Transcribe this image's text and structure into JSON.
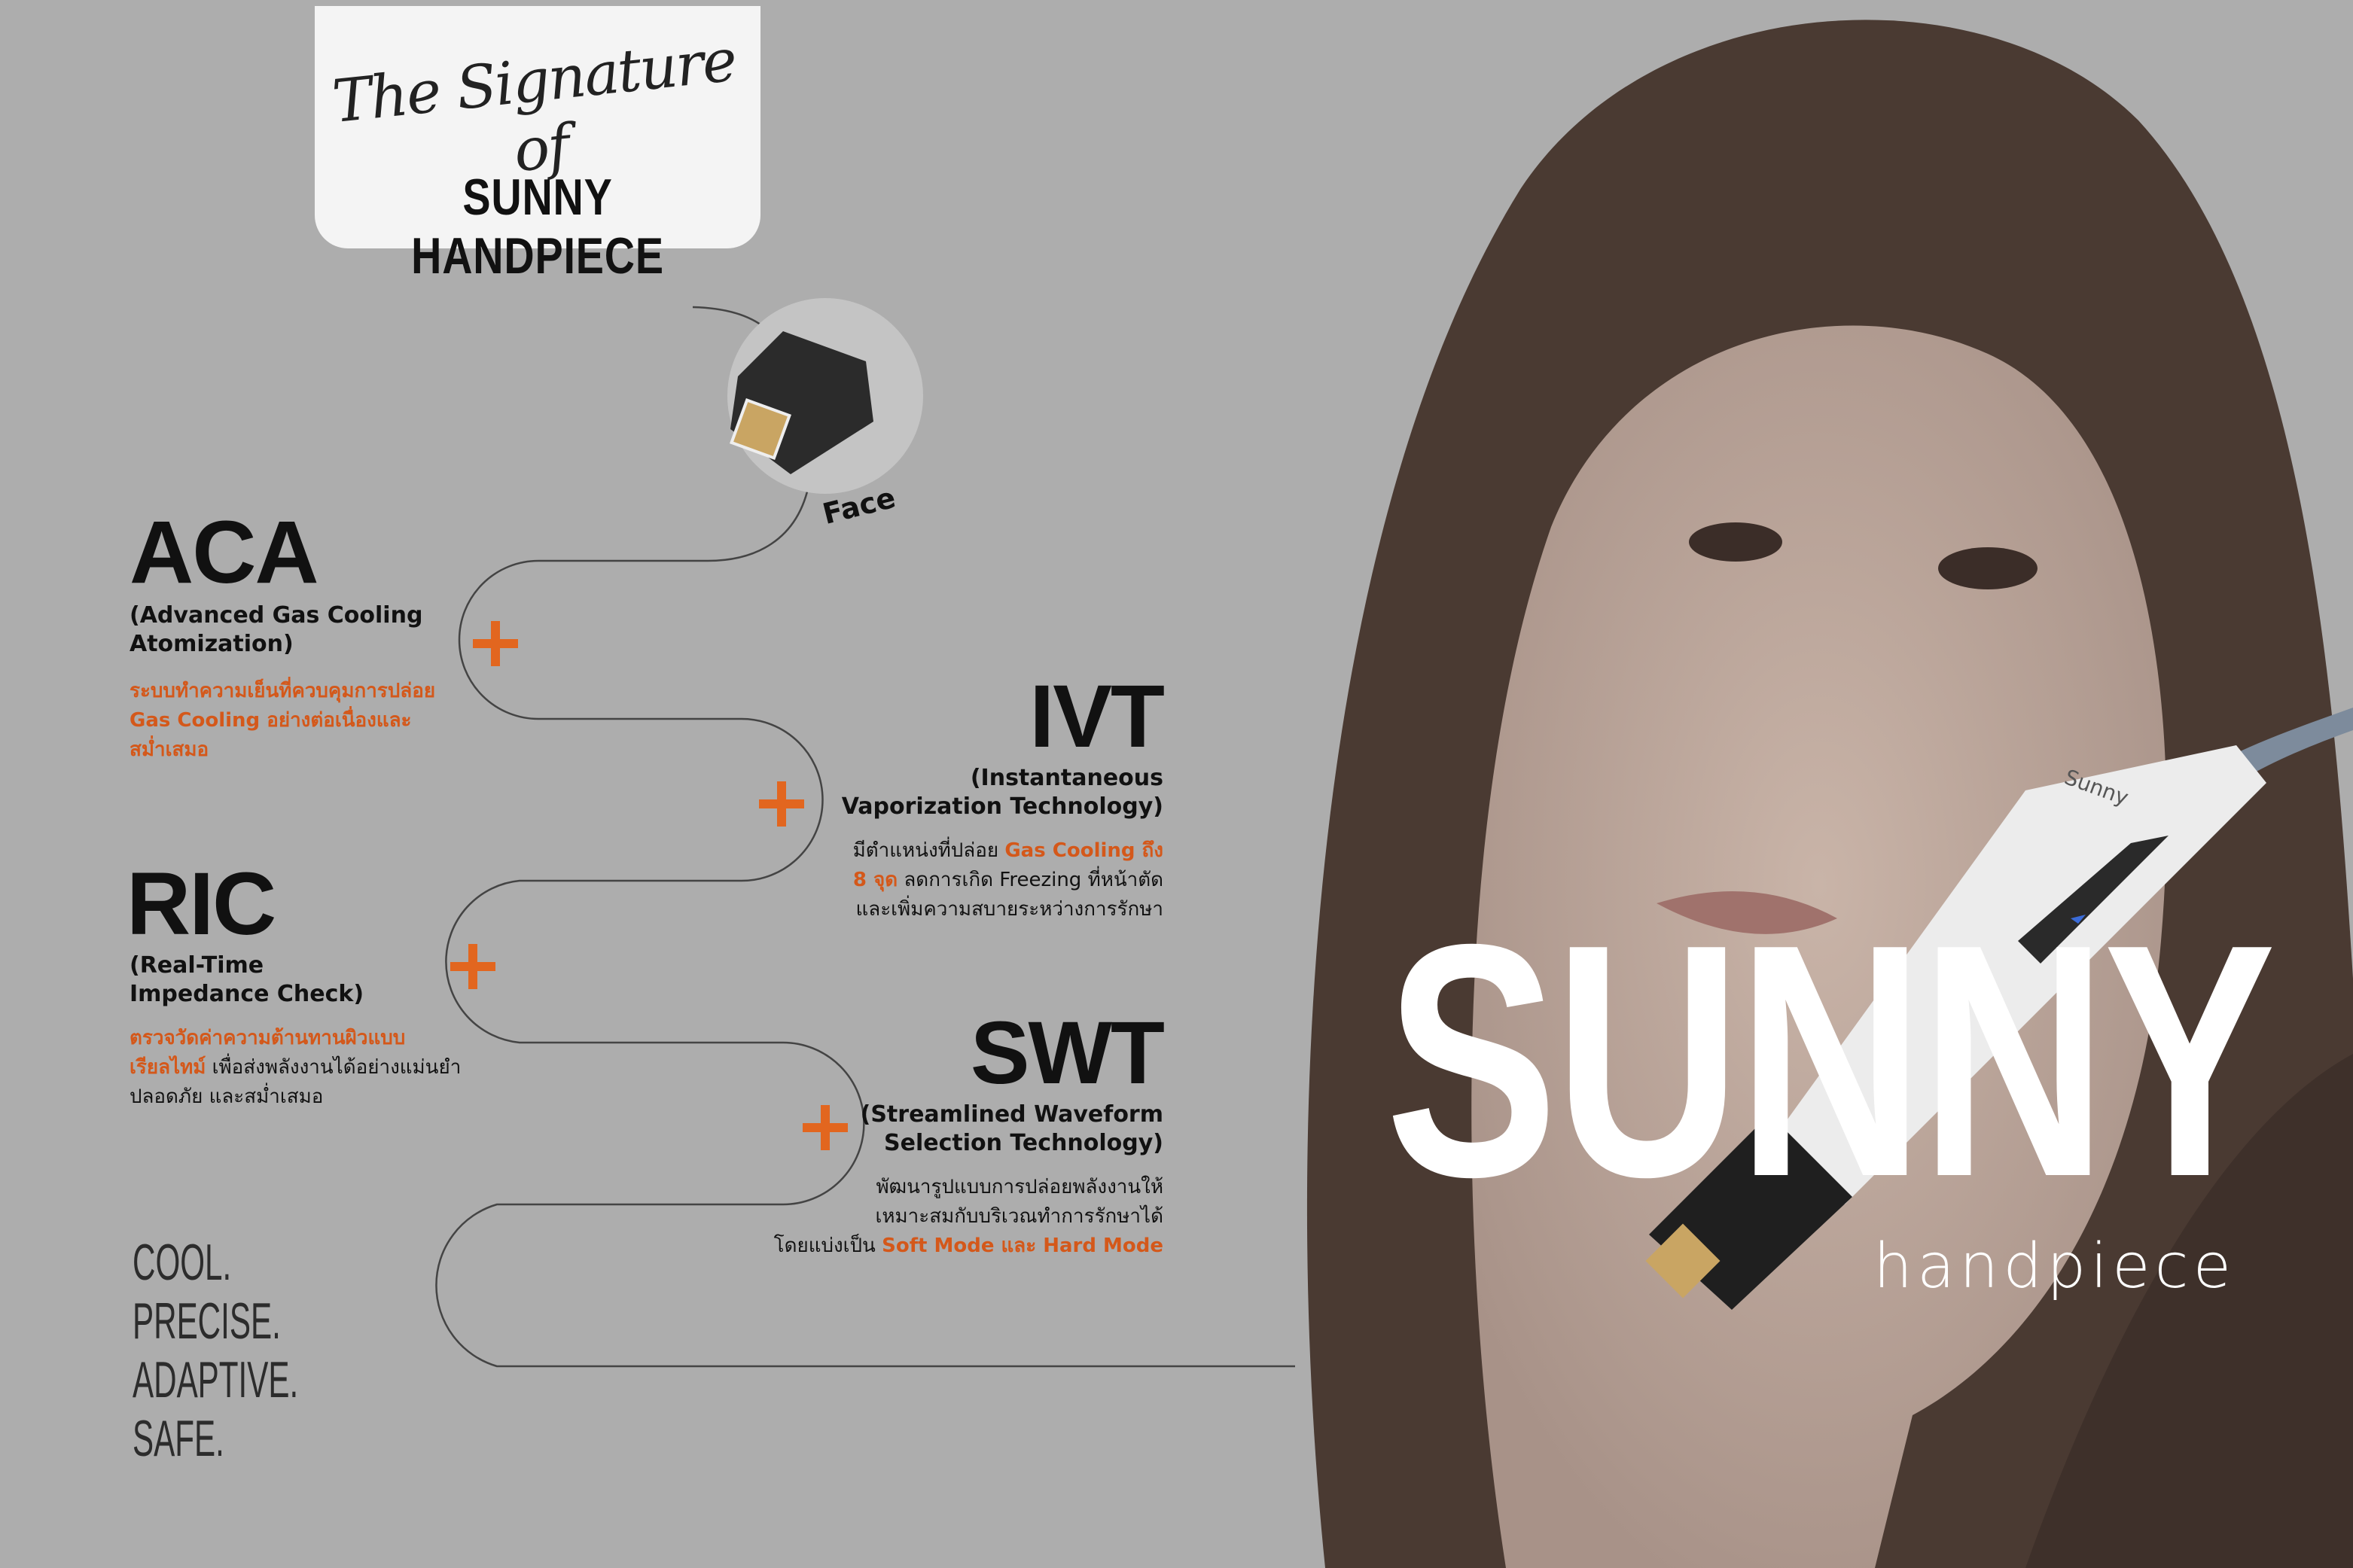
{
  "title_card": {
    "script": "The Signature of",
    "title": "SUNNY HANDPIECE"
  },
  "face_label": "Face",
  "features": [
    {
      "abbr": "ACA",
      "full_1": "(Advanced Gas Cooling",
      "full_2": "Atomization)",
      "desc_orange_1": "ระบบทำความเย็นที่ควบคุมการปล่อย",
      "desc_orange_2": "Gas Cooling อย่างต่อเนื่องและ",
      "desc_orange_3": "สม่ำเสมอ"
    },
    {
      "abbr": "IVT",
      "full_1": "(Instantaneous",
      "full_2": "Vaporization Technology)",
      "l1_plain": "มีตำแหน่งที่ปล่อย ",
      "l1_orange": "Gas Cooling ถึง",
      "l2_orange": "8 จุด",
      "l2_plain": " ลดการเกิด Freezing ที่หน้าตัด",
      "l3_plain": "และเพิ่มความสบายระหว่างการรักษา"
    },
    {
      "abbr": "RIC",
      "full_1": "(Real-Time",
      "full_2": "Impedance Check)",
      "l1_orange": "ตรวจวัดค่าความต้านทานผิวแบบ",
      "l2_orange": "เรียลไทม์",
      "l2_plain": " เพื่อส่งพลังงานได้อย่างแม่นยำ",
      "l3_plain": "ปลอดภัย และสม่ำเสมอ"
    },
    {
      "abbr": "SWT",
      "full_1": "(Streamlined Waveform",
      "full_2": "Selection Technology)",
      "l1_plain": "พัฒนารูปแบบการปล่อยพลังงานให้",
      "l2_plain": "เหมาะสมกับบริเวณทำการรักษาได้",
      "l3_plain": "โดยแบ่งเป็น ",
      "l3_orange": "Soft Mode และ Hard Mode"
    }
  ],
  "motto": [
    "COOL.",
    "PRECISE.",
    "ADAPTIVE.",
    "SAFE."
  ],
  "brand": {
    "big": "SUNNY",
    "small": "handpiece",
    "device_logo": "Sunny"
  },
  "colors": {
    "background": "#adadad",
    "accent": "#d4581a"
  }
}
